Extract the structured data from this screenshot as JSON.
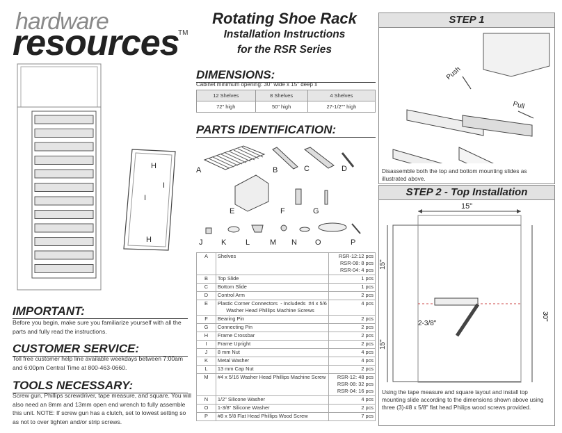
{
  "brand": {
    "line1": "hardware",
    "line2": "resources",
    "tm": "TM"
  },
  "title": "Rotating Shoe Rack",
  "subtitle1": "Installation Instructions",
  "subtitle2": "for the RSR Series",
  "dimensions": {
    "heading": "DIMENSIONS:",
    "note": "Cabinet minimum opening: 30\" wide x 15\" deep x",
    "headers": [
      "12 Shelves",
      "8 Shelves",
      "4 Shelves"
    ],
    "values": [
      "72\" high",
      "50\" high",
      "27-1/2\"\" high"
    ]
  },
  "parts_heading": "PARTS IDENTIFICATION:",
  "part_labels": [
    "A",
    "B",
    "C",
    "D",
    "E",
    "F",
    "G",
    "H",
    "I",
    "J",
    "K",
    "L",
    "M",
    "N",
    "O",
    "P"
  ],
  "diagram_labels": {
    "h": "H",
    "i": "I"
  },
  "parts": [
    {
      "letter": "A",
      "name": "Shelves",
      "qty": "RSR-12:12 pcs\nRSR-08: 8 pcs\nRSR-04: 4 pcs"
    },
    {
      "letter": "B",
      "name": "Top Slide",
      "qty": "1 pcs"
    },
    {
      "letter": "C",
      "name": "Bottom Slide",
      "qty": "1 pcs"
    },
    {
      "letter": "D",
      "name": "Control Arm",
      "qty": "2 pcs"
    },
    {
      "letter": "E",
      "name": "Plastic Corner Connectors  - Includeds  #4 x 5/6\n      Washer Head Phillips Machine Screws",
      "qty": "4 pcs"
    },
    {
      "letter": "F",
      "name": "Bearing Pin",
      "qty": "2 pcs"
    },
    {
      "letter": "G",
      "name": "Connecting Pin",
      "qty": "2 pcs"
    },
    {
      "letter": "H",
      "name": "Frame Crossbar",
      "qty": "2 pcs"
    },
    {
      "letter": "I",
      "name": "Frame Upright",
      "qty": "2 pcs"
    },
    {
      "letter": "J",
      "name": "8 mm Nut",
      "qty": "4 pcs"
    },
    {
      "letter": "K",
      "name": "Metal Washer",
      "qty": "4 pcs"
    },
    {
      "letter": "L",
      "name": "13 mm Cap Nut",
      "qty": "2 pcs"
    },
    {
      "letter": "M",
      "name": "#4 x 5/16 Washer Head Phillips Machine Screw",
      "qty": "RSR-12: 48 pcs\nRSR-08: 32 pcs\nRSR-04: 16 pcs"
    },
    {
      "letter": "N",
      "name": "1/2\" Silicone Washer",
      "qty": "4 pcs"
    },
    {
      "letter": "O",
      "name": "1-3/8\" Silicone Washer",
      "qty": "2 pcs"
    },
    {
      "letter": "P",
      "name": "#8 x 5/8 Flat Head Phillips Wood Screw",
      "qty": "7 pcs"
    }
  ],
  "important": {
    "heading": "IMPORTANT:",
    "text": "Before you begin, make sure you familiarize yourself with all the parts and fully read the instructions."
  },
  "customer_service": {
    "heading": "CUSTOMER SERVICE:",
    "text": "Toll free customer help line available weekdays between 7:00am and 6:00pm Central Time at 800-463-0660."
  },
  "tools": {
    "heading": "TOOLS NECESSARY:",
    "text": "Screw gun, Phillips screwdriver, tape measure, and square. You will also need an 8mm and 13mm open end wrench to fully assemble this unit. NOTE: If screw gun has a clutch, set to lowest setting so as not to over tighten and/or strip screws."
  },
  "step1": {
    "heading": "STEP 1",
    "push": "Push",
    "pull": "Pull",
    "caption": "Disassemble both the top and bottom mounting slides as illustrated above."
  },
  "step2": {
    "heading": "STEP 2 - Top Installation",
    "dim_width": "15\"",
    "dim_top": "15\"",
    "dim_bottom": "15\"",
    "dim_side": "30\"",
    "dim_offset": "2-3/8\"",
    "caption": "Using the tape measure and square layout and install top mounting slide according to the dimensions shown above using three (3)-#8 x 5/8\" flat head Philips wood screws provided."
  }
}
